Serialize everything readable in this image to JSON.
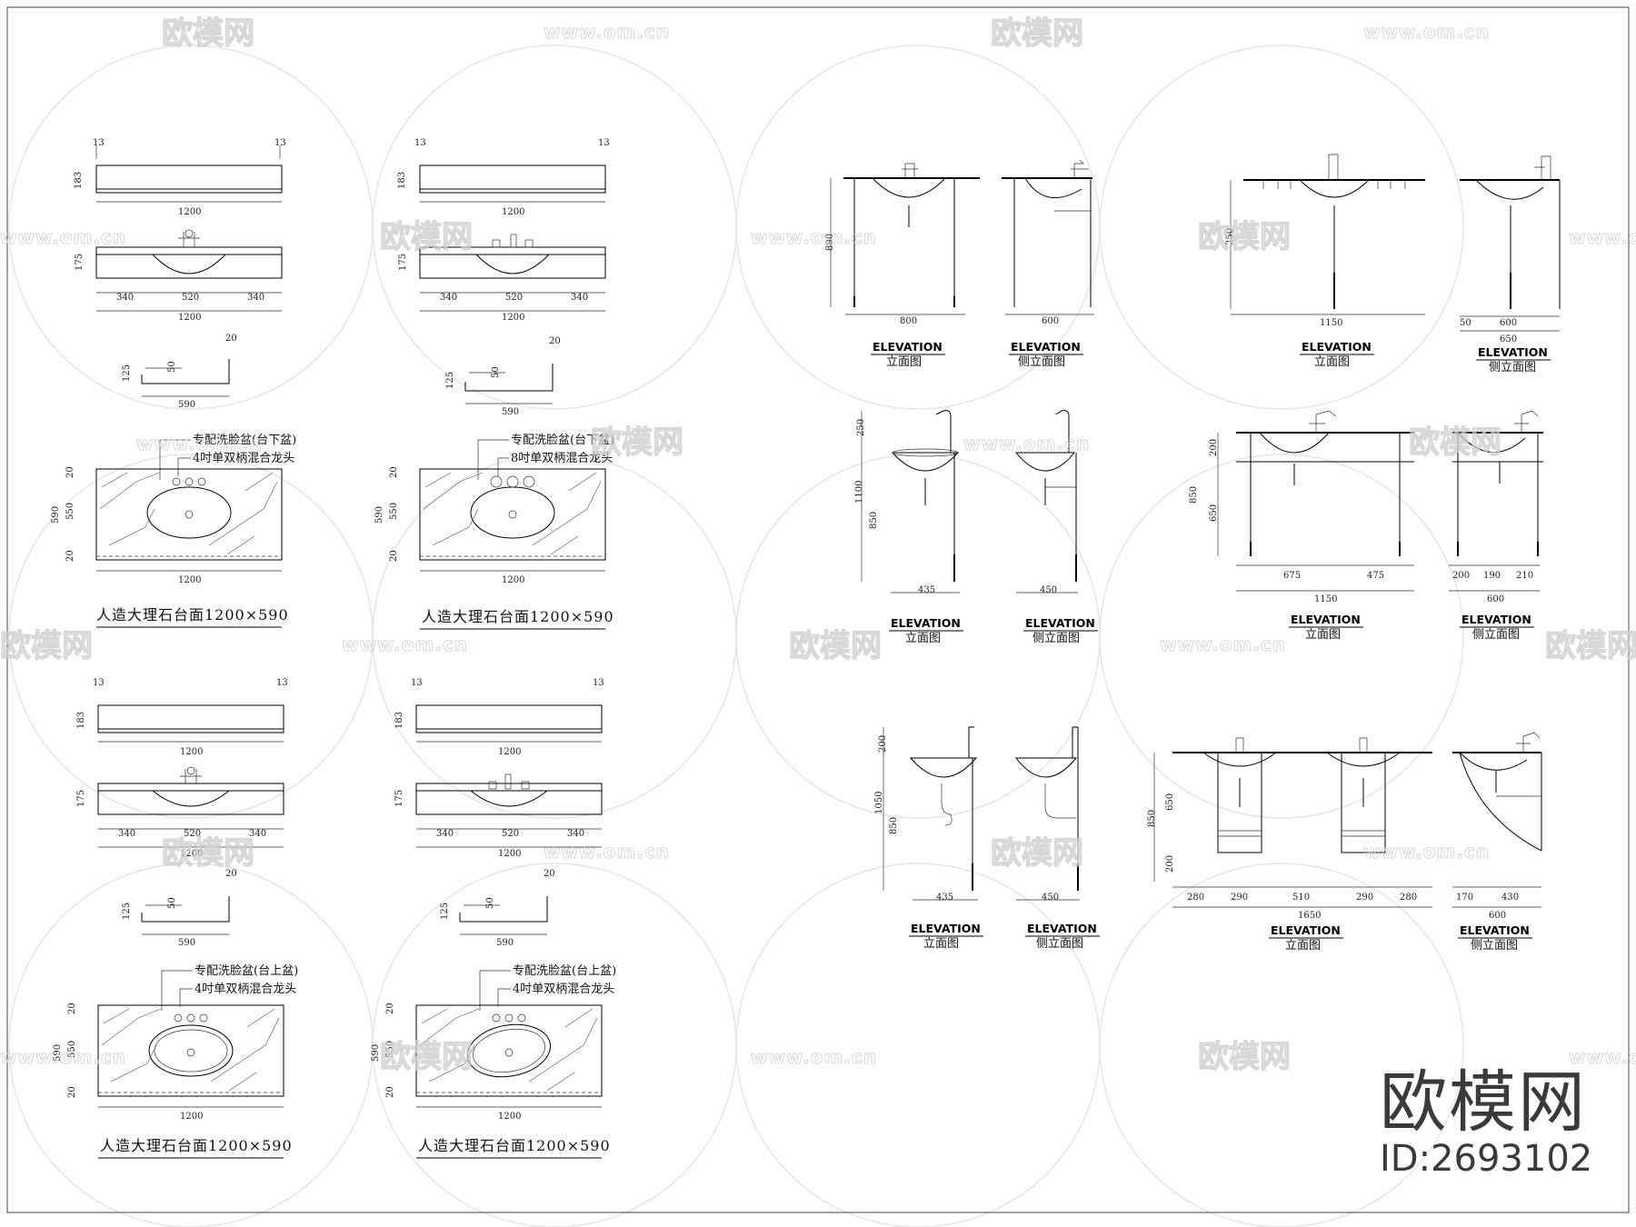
{
  "watermark": {
    "brand": "欧模网",
    "url": "www.om.cn",
    "id": "ID:2693102"
  },
  "plans": [
    {
      "top_dims": [
        "13",
        "13",
        "183",
        "1200"
      ],
      "front_dims": [
        "175",
        "340",
        "520",
        "340",
        "1200"
      ],
      "side_dims": [
        "20",
        "125",
        "50",
        "590"
      ],
      "notes": [
        "专配洗脸盆(台下盆)",
        "4吋单双柄混合龙头"
      ],
      "top_view_dims": [
        "590",
        "20",
        "550",
        "20",
        "1200"
      ],
      "caption": "人造大理石台面1200×590"
    },
    {
      "top_dims": [
        "13",
        "13",
        "183",
        "1200"
      ],
      "front_dims": [
        "175",
        "340",
        "520",
        "340",
        "1200"
      ],
      "side_dims": [
        "20",
        "125",
        "50",
        "590"
      ],
      "notes": [
        "专配洗脸盆(台下盆)",
        "8吋单双柄混合龙头"
      ],
      "top_view_dims": [
        "590",
        "20",
        "550",
        "20",
        "1200"
      ],
      "caption": "人造大理石台面1200×590"
    },
    {
      "top_dims": [
        "13",
        "13",
        "183",
        "1200"
      ],
      "front_dims": [
        "175",
        "340",
        "520",
        "340",
        "1200"
      ],
      "side_dims": [
        "20",
        "125",
        "50",
        "590"
      ],
      "notes": [
        "专配洗脸盆(台上盆)",
        "4吋单双柄混合龙头"
      ],
      "top_view_dims": [
        "590",
        "20",
        "550",
        "20",
        "1200"
      ],
      "caption": "人造大理石台面1200×590"
    },
    {
      "top_dims": [
        "13",
        "13",
        "183",
        "1200"
      ],
      "front_dims": [
        "175",
        "340",
        "520",
        "340",
        "1200"
      ],
      "side_dims": [
        "20",
        "125",
        "50",
        "590"
      ],
      "notes": [
        "专配洗脸盆(台上盆)",
        "4吋单双柄混合龙头"
      ],
      "top_view_dims": [
        "590",
        "20",
        "550",
        "20",
        "1200"
      ],
      "caption": "人造大理石台面1200×590"
    }
  ],
  "elevations": {
    "row1": [
      {
        "title": "ELEVATION",
        "sub": "立面图",
        "dims": [
          "800",
          "890"
        ]
      },
      {
        "title": "ELEVATION",
        "sub": "侧立面图",
        "dims": [
          "600"
        ]
      },
      {
        "title": "ELEVATION",
        "sub": "立面图",
        "dims": [
          "1150",
          "250"
        ]
      },
      {
        "title": "ELEVATION",
        "sub": "侧立面图",
        "dims": [
          "50",
          "600",
          "650"
        ]
      }
    ],
    "row2": [
      {
        "title": "ELEVATION",
        "sub": "立面图",
        "dims": [
          "250",
          "1100",
          "850",
          "435"
        ]
      },
      {
        "title": "ELEVATION",
        "sub": "侧立面图",
        "dims": [
          "450"
        ]
      },
      {
        "title": "ELEVATION",
        "sub": "立面图",
        "dims": [
          "200",
          "850",
          "650",
          "675",
          "475",
          "1150"
        ]
      },
      {
        "title": "ELEVATION",
        "sub": "侧立面图",
        "dims": [
          "200",
          "190",
          "210",
          "600"
        ]
      }
    ],
    "row3": [
      {
        "title": "ELEVATION",
        "sub": "立面图",
        "dims": [
          "200",
          "1050",
          "850",
          "435"
        ]
      },
      {
        "title": "ELEVATION",
        "sub": "侧立面图",
        "dims": [
          "450"
        ]
      },
      {
        "title": "ELEVATION",
        "sub": "立面图",
        "dims": [
          "850",
          "650",
          "200",
          "280",
          "290",
          "510",
          "290",
          "280",
          "1650"
        ]
      },
      {
        "title": "ELEVATION",
        "sub": "侧立面图",
        "dims": [
          "170",
          "430",
          "600"
        ]
      }
    ]
  }
}
